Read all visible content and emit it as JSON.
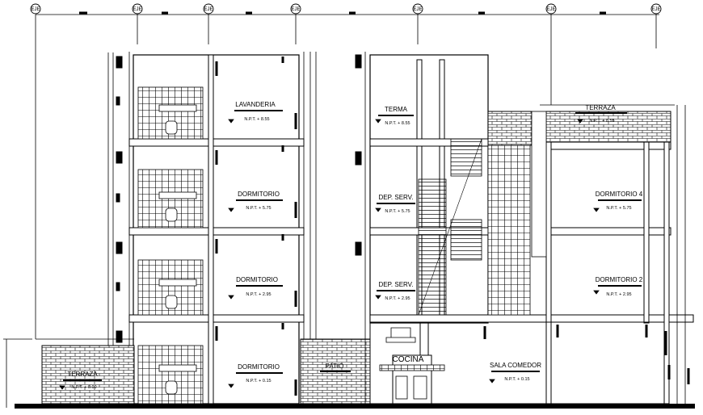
{
  "axes": {
    "marker": "EJE",
    "count": 7
  },
  "rooms": {
    "lavanderia": {
      "name": "LAVANDERIA",
      "level": "N.P.T. + 8.55"
    },
    "terma": {
      "name": "TERMA",
      "level": "N.P.T. + 8.55"
    },
    "terraza_top": {
      "name": "TERRAZA",
      "level": "N.P.T. + 8.55"
    },
    "dormitorio_left_3": {
      "name": "DORMITORIO",
      "level": "N.P.T. + 5.75"
    },
    "dep_serv_3": {
      "name": "DEP. SERV.",
      "level": "N.P.T. + 5.75"
    },
    "dormitorio_4": {
      "name": "DORMITORIO 4",
      "level": "N.P.T. + 5.75"
    },
    "dormitorio_left_2": {
      "name": "DORMITORIO",
      "level": "N.P.T. + 2.95"
    },
    "dep_serv_2": {
      "name": "DEP. SERV.",
      "level": "N.P.T. + 2.95"
    },
    "dormitorio_2": {
      "name": "DORMITORIO 2",
      "level": "N.P.T. + 2.95"
    },
    "dormitorio_left_1": {
      "name": "DORMITORIO",
      "level": "N.P.T. + 0.15"
    },
    "terraza_ground": {
      "name": "TERRAZA",
      "level": "N.P.T. + 0.00"
    },
    "patio": {
      "name": "PATIO",
      "level": ""
    },
    "cocina": {
      "name": "COCINA",
      "level": ""
    },
    "sala_comedor": {
      "name": "SALA COMEDOR",
      "level": "N.P.T. + 0.15"
    }
  },
  "colors": {
    "line": "#000000",
    "paper": "#ffffff"
  }
}
